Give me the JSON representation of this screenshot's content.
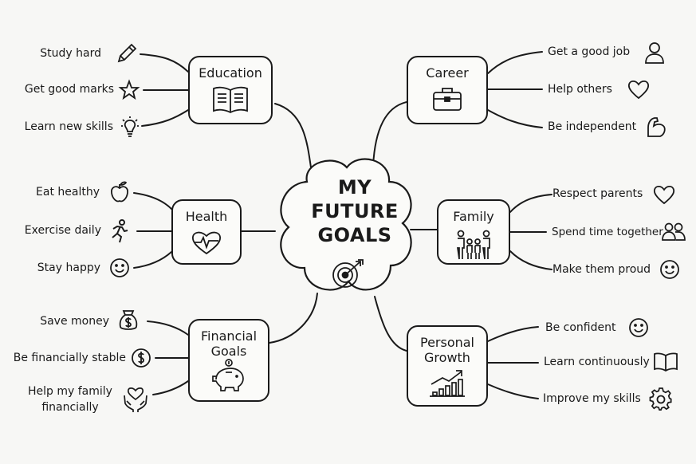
{
  "center": {
    "line1": "MY",
    "line2": "FUTURE",
    "line3": "GOALS",
    "icon": "target-icon"
  },
  "branches": {
    "education": {
      "title": "Education",
      "icon": "book-icon",
      "items": [
        {
          "label": "Study hard",
          "icon": "pencil-icon"
        },
        {
          "label": "Get good marks",
          "icon": "star-icon"
        },
        {
          "label": "Learn new skills",
          "icon": "lightbulb-icon"
        }
      ]
    },
    "career": {
      "title": "Career",
      "icon": "briefcase-icon",
      "items": [
        {
          "label": "Get a good job",
          "icon": "person-icon"
        },
        {
          "label": "Help others",
          "icon": "heart-icon"
        },
        {
          "label": "Be independent",
          "icon": "flexed-arm-icon"
        }
      ]
    },
    "health": {
      "title": "Health",
      "icon": "heartbeat-icon",
      "items": [
        {
          "label": "Eat healthy",
          "icon": "apple-icon"
        },
        {
          "label": "Exercise daily",
          "icon": "running-person-icon"
        },
        {
          "label": "Stay happy",
          "icon": "smiley-icon"
        }
      ]
    },
    "family": {
      "title": "Family",
      "icon": "family-icon",
      "items": [
        {
          "label": "Respect parents",
          "icon": "heart-icon"
        },
        {
          "label": "Spend time together",
          "icon": "people-icon"
        },
        {
          "label": "Make them proud",
          "icon": "smiley-icon"
        }
      ]
    },
    "financial": {
      "title_line1": "Financial",
      "title_line2": "Goals",
      "icon": "piggy-bank-icon",
      "items": [
        {
          "label": "Save money",
          "icon": "money-bag-icon"
        },
        {
          "label": "Be financially stable",
          "icon": "dollar-coin-icon"
        },
        {
          "label_line1": "Help my family",
          "label_line2": "financially",
          "icon": "heart-hands-icon"
        }
      ]
    },
    "growth": {
      "title_line1": "Personal",
      "title_line2": "Growth",
      "icon": "growth-chart-icon",
      "items": [
        {
          "label": "Be confident",
          "icon": "smiley-icon"
        },
        {
          "label": "Learn continuously",
          "icon": "open-book-icon"
        },
        {
          "label": "Improve my skills",
          "icon": "gear-icon"
        }
      ]
    }
  }
}
